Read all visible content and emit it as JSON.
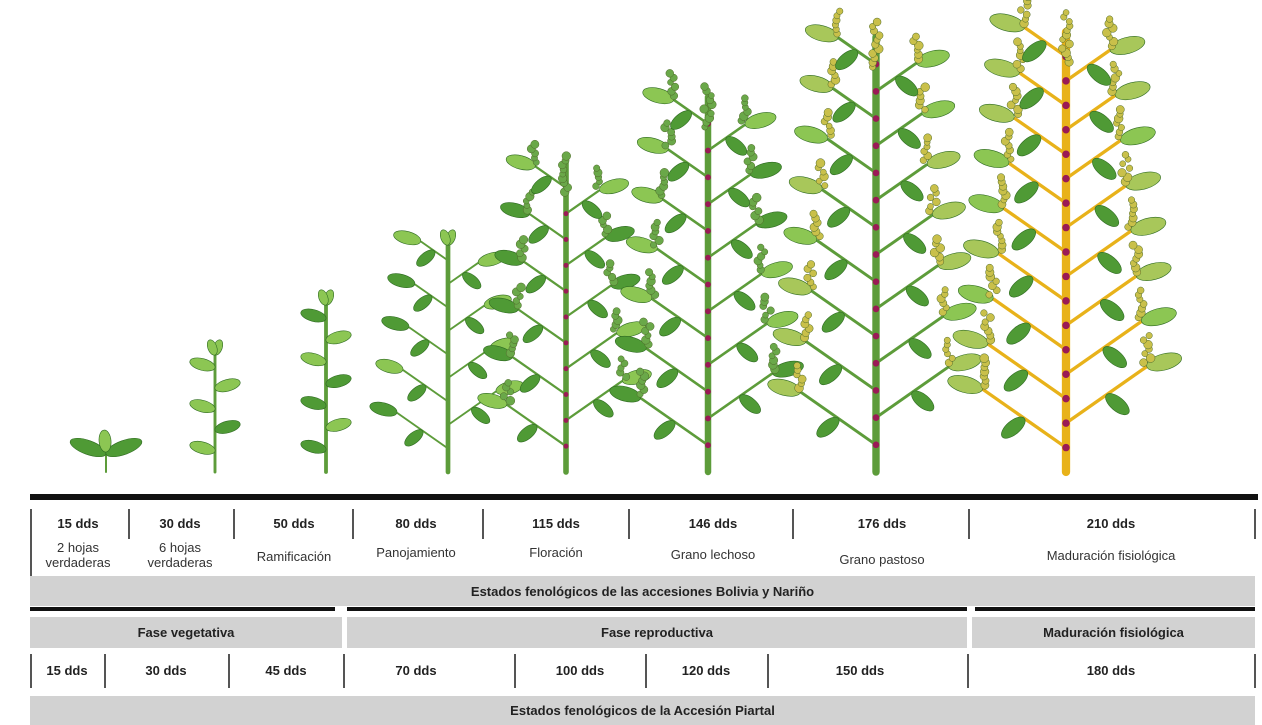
{
  "stages_bolivia": [
    {
      "dds": "15 dds",
      "label": "2 hojas\nverdaderas"
    },
    {
      "dds": "30 dds",
      "label": "6 hojas\nverdaderas"
    },
    {
      "dds": "50 dds",
      "label": "Ramificación"
    },
    {
      "dds": "80 dds",
      "label": "Panojamiento"
    },
    {
      "dds": "115 dds",
      "label": "Floración"
    },
    {
      "dds": "146 dds",
      "label": "Grano lechoso"
    },
    {
      "dds": "176 dds",
      "label": "Grano pastoso"
    },
    {
      "dds": "210 dds",
      "label": "Maduración fisiológica"
    }
  ],
  "bolivia_caption": "Estados fenológicos de las accesiones Bolivia y Nariño",
  "phases": {
    "vegetativa": "Fase vegetativa",
    "reproductiva": "Fase reproductiva",
    "maduracion": "Maduración fisiológica"
  },
  "stages_piartal": [
    "15 dds",
    "30 dds",
    "45 dds",
    "70 dds",
    "100 dds",
    "120 dds",
    "150 dds",
    "180 dds"
  ],
  "piartal_caption": "Estados fenológicos de la Accesión Piartal",
  "colors": {
    "leaf": "#4f9a35",
    "leaf_light": "#8cc653",
    "stem": "#5d9c3a",
    "node": "#9a1a55",
    "panicle_green": "#6aa849",
    "panicle_yellow": "#c9c04a",
    "mature_stem": "#e8b21a",
    "bar_gray": "#d2d2d2"
  }
}
